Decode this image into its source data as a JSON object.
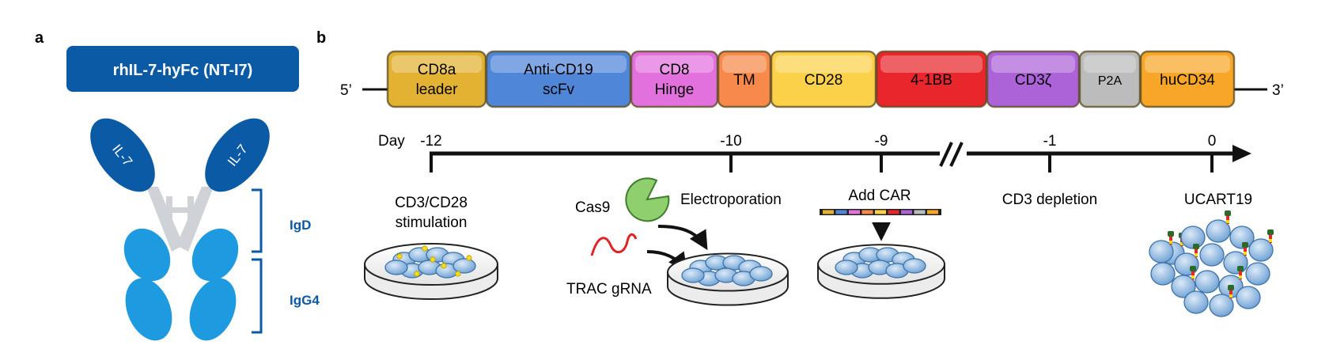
{
  "panel_a": {
    "label": "a",
    "title": "rhIL-7-hyFc (NT-I7)",
    "domain_left": "IL-7",
    "domain_right": "IL-7",
    "bracket_igd": "IgD",
    "bracket_igg4": "IgG4",
    "colors": {
      "dark": "#0b5aa5",
      "light": "#1e9ae0",
      "hinge": "#cfd3d8",
      "bracket": "#0b5aa5"
    }
  },
  "panel_b": {
    "label": "b",
    "five_prime": "5’",
    "three_prime": "3’",
    "construct": [
      {
        "lines": [
          "CD8a",
          "leader"
        ],
        "color": "#e3b233"
      },
      {
        "lines": [
          "Anti-CD19",
          "scFv"
        ],
        "color": "#4f86d8"
      },
      {
        "lines": [
          "CD8",
          "Hinge"
        ],
        "color": "#e271de"
      },
      {
        "lines": [
          "TM"
        ],
        "color": "#f7894b"
      },
      {
        "lines": [
          "CD28"
        ],
        "color": "#fbd14a"
      },
      {
        "lines": [
          "4-1BB"
        ],
        "color": "#e8262b"
      },
      {
        "lines": [
          "CD3ζ"
        ],
        "color": "#ad63d8"
      },
      {
        "lines": [
          "P2A"
        ],
        "color": "#bcbcbc"
      },
      {
        "lines": [
          "huCD34"
        ],
        "color": "#f8a628"
      }
    ],
    "timeline": {
      "day_label": "Day",
      "ticks": [
        "-12",
        "-10",
        "-9",
        "-1",
        "0"
      ]
    },
    "steps": {
      "stimulation": [
        "CD3/CD28",
        "stimulation"
      ],
      "cas9": "Cas9",
      "electroporation": "Electroporation",
      "grna": "TRAC gRNA",
      "add_car": "Add CAR",
      "depletion": "CD3 depletion",
      "product": "UCART19"
    },
    "colors": {
      "cell": "#7fb1e0",
      "cell_edge": "#3d73a8",
      "cas9": "#8fcf6e",
      "grna": "#e02424",
      "bead": "#f2dd1c"
    }
  }
}
